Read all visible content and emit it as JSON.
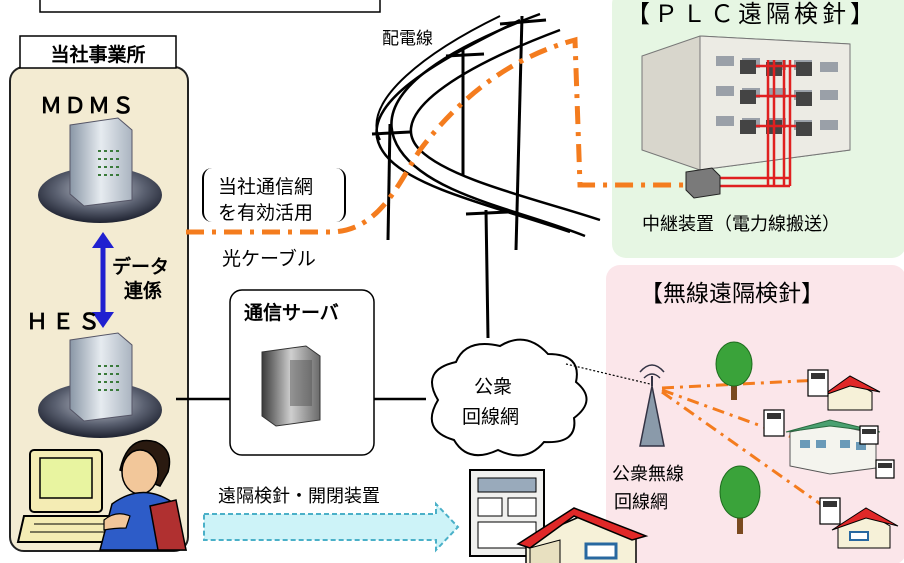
{
  "office": {
    "title": "当社事業所",
    "mdms": "ＭＤＭＳ",
    "hes": "ＨＥＳ",
    "data_link": [
      "データ",
      "連係"
    ]
  },
  "network": {
    "distribution_line": "配電線",
    "company_network": [
      "当社通信網",
      "を有効活用"
    ],
    "optical_cable": "光ケーブル",
    "comm_server": "通信サーバ",
    "public_network": [
      "公衆",
      "回線網"
    ],
    "remote_meter_switch": "遠隔検針・開閉装置"
  },
  "plc_area": {
    "title": "【ＰＬＣ遠隔検針】",
    "relay": "中継装置（電力線搬送）"
  },
  "wireless_area": {
    "title": "【無線遠隔検針】",
    "public_wireless": [
      "公衆無線",
      "回線網"
    ]
  },
  "colors": {
    "office_bg": "#f3ebd2",
    "plc_bg": "#e6f6e3",
    "wireless_bg": "#fbe6ea",
    "orange_dash": "#f47c1e",
    "arrow_blue": "#2020d0",
    "arrow_cyan": "#cdf3f8"
  }
}
